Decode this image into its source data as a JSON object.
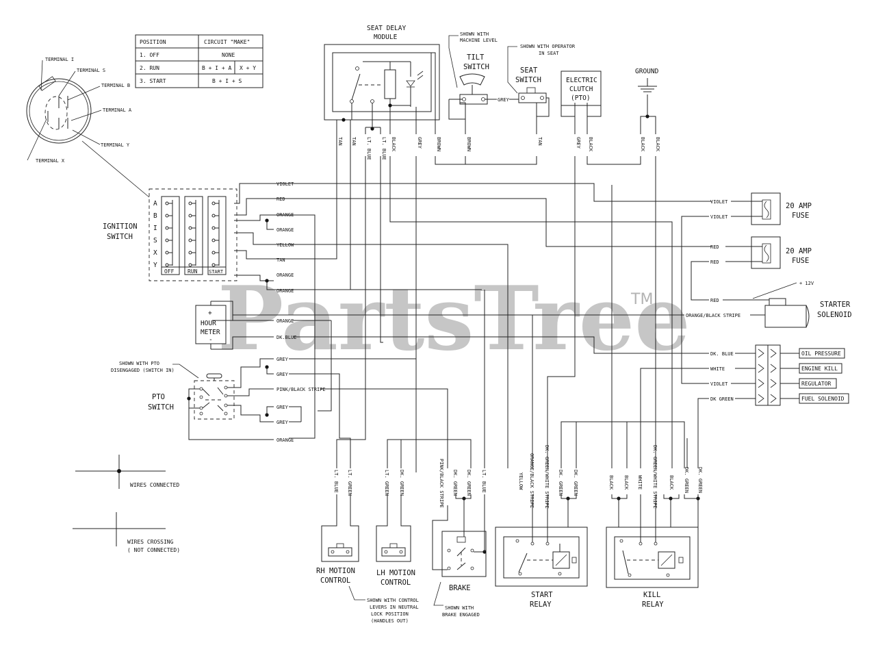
{
  "watermark": {
    "brand": "PartsTree",
    "tm": "TM"
  },
  "position_table": {
    "headers": [
      "POSITION",
      "CIRCUIT \"MAKE\""
    ],
    "rows": [
      {
        "position": "1. OFF",
        "make": "NONE"
      },
      {
        "position": "2. RUN",
        "make_a": "B + I + A",
        "make_b": "X + Y"
      },
      {
        "position": "3. START",
        "make": "B + I + S"
      }
    ]
  },
  "key_switch": {
    "terminals": [
      "TERMINAL I",
      "TERMINAL S",
      "TERMINAL B",
      "TERMINAL A",
      "TERMINAL Y",
      "TERMINAL X"
    ]
  },
  "ignition_switch": {
    "title_l1": "IGNITION",
    "title_l2": "SWITCH",
    "rows": [
      "A",
      "B",
      "I",
      "S",
      "X",
      "Y"
    ],
    "columns": [
      "OFF",
      "RUN",
      "START"
    ]
  },
  "seat_delay": {
    "l1": "SEAT DELAY",
    "l2": "MODULE"
  },
  "tilt_switch": {
    "note_l1": "SHOWN WITH",
    "note_l2": "MACHINE LEVEL",
    "l1": "TILT",
    "l2": "SWITCH"
  },
  "seat_switch": {
    "note_l1": "SHOWN WITH OPERATOR",
    "note_l2": "IN SEAT",
    "l1": "SEAT",
    "l2": "SWITCH"
  },
  "electric_clutch": {
    "l1": "ELECTRIC",
    "l2": "CLUTCH",
    "l3": "(PTO)"
  },
  "ground": "GROUND",
  "top_wires": [
    "TAN",
    "TAN",
    "LT. BLUE",
    "LT. BLUE",
    "BLACK",
    "GREY",
    "BROWN",
    "BROWN",
    "TAN",
    "GREY",
    "BLACK",
    "BLACK",
    "BLACK"
  ],
  "grey_tilt_seat": "GREY",
  "ign_wires": [
    "VIOLET",
    "RED",
    "ORANGE",
    "ORANGE",
    "YELLOW",
    "TAN",
    "ORANGE",
    "ORANGE"
  ],
  "fuses": [
    {
      "l1": "20 AMP",
      "l2": "FUSE",
      "in": "VIOLET",
      "out": "VIOLET"
    },
    {
      "l1": "20 AMP",
      "l2": "FUSE",
      "in": "RED",
      "out": "RED"
    }
  ],
  "starter": {
    "plus12": "+ 12V",
    "red": "RED",
    "stripe": "ORANGE/BLACK STRIPE",
    "l1": "STARTER",
    "l2": "SOLENOID"
  },
  "hour_meter": {
    "plus": "+",
    "l1": "HOUR",
    "l2": "METER",
    "minus": "-",
    "w1": "ORANGE",
    "w2": "DK.BLUE"
  },
  "connector_wires": [
    "DK. BLUE",
    "WHITE",
    "VIOLET",
    "DK GREEN"
  ],
  "connector_labels": [
    "OIL PRESSURE",
    "ENGINE KILL",
    "REGULATOR",
    "FUEL SOLENOID"
  ],
  "pto_switch": {
    "note_l1": "SHOWN WITH PTO",
    "note_l2": "DISENGAGED (SWITCH IN)",
    "l1": "PTO",
    "l2": "SWITCH",
    "wires": [
      "GREY",
      "GREY",
      "PINK/BLACK STRIPE",
      "GREY",
      "GREY",
      "ORANGE"
    ]
  },
  "bottom_wires": {
    "rh": [
      "LT. BLUE",
      "LT. GREEN"
    ],
    "lh": [
      "LT. GREEN",
      "DK. GREEN"
    ],
    "brake": [
      "PINK/BLACK STRIPE",
      "DK. GREEN",
      "DK. GREEN",
      "LT. BLUE"
    ],
    "start": [
      "YELLOW",
      "ORANGE/BLACK STRIPE",
      "DK. GREEN/WHITE STRIPE",
      "DK. GREEN",
      "DK. GREEN"
    ],
    "kill": [
      "BLACK",
      "BLACK",
      "WHITE",
      "DK. GREEN/WHITE STRIPE",
      "BLACK",
      "DK. GREEN",
      "DK. GREEN"
    ]
  },
  "rh_motion": {
    "l1": "RH MOTION",
    "l2": "CONTROL"
  },
  "lh_motion": {
    "l1": "LH MOTION",
    "l2": "CONTROL"
  },
  "motion_note": [
    "SHOWN WITH CONTROL",
    "LEVERS IN NEUTRAL",
    "LOCK POSITION",
    "(HANDLES OUT)"
  ],
  "brake": {
    "label": "BRAKE",
    "note_l1": "SHOWN WITH",
    "note_l2": "BRAKE ENGAGED"
  },
  "start_relay": {
    "l1": "START",
    "l2": "RELAY"
  },
  "kill_relay": {
    "l1": "KILL",
    "l2": "RELAY"
  },
  "legend": {
    "connected": "WIRES CONNECTED",
    "crossing_l1": "WIRES CROSSING",
    "crossing_l2": "( NOT CONNECTED)"
  }
}
